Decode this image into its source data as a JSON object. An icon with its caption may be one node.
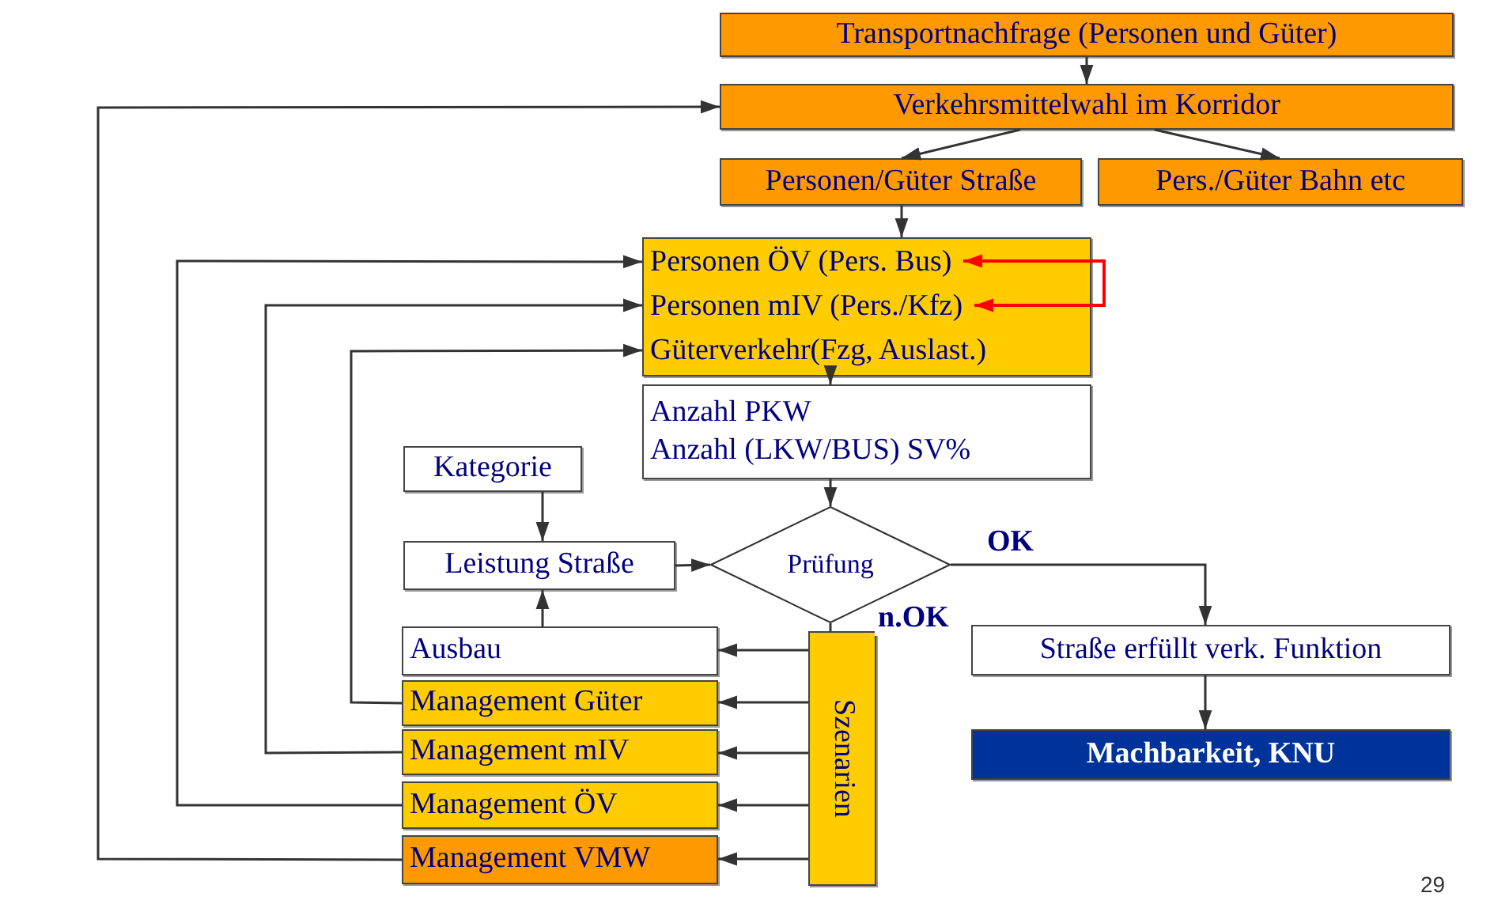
{
  "diagram": {
    "nodes": [
      {
        "text": [
          "Transportnachfrage (Personen und Güter)"
        ]
      },
      {
        "text": [
          "Verkehrsmittelwahl im Korridor"
        ]
      },
      {
        "text": [
          "Personen/Güter Straße"
        ]
      },
      {
        "text": [
          "Pers./Güter Bahn etc"
        ]
      },
      {
        "text": [],
        "shape": "box"
      },
      {
        "text": [
          "Personen ÖV (Pers. Bus)"
        ],
        "in": 4
      },
      {
        "text": [
          "Personen mIV (Pers./Kfz)"
        ],
        "in": 4
      },
      {
        "text": [
          "Güterverkehr(Fzg, Auslast.)"
        ],
        "in": 4
      },
      {
        "text": [
          "Anzahl PKW",
          "Anzahl (LKW/BUS) SV%"
        ]
      },
      {
        "text": [
          "Kategorie"
        ]
      },
      {
        "text": [
          "Leistung Straße"
        ]
      },
      {
        "text": [
          "Prüfung"
        ]
      },
      {
        "text": [
          "Straße erfüllt verk. Funktion"
        ]
      },
      {
        "text": [
          "Machbarkeit, KNU"
        ]
      },
      {
        "text": [
          "Szenarien"
        ]
      },
      {
        "text": [
          "Ausbau"
        ]
      },
      {
        "text": [
          "Management Güter"
        ]
      },
      {
        "text": [
          "Management mIV"
        ]
      },
      {
        "text": [
          "Management ÖV"
        ]
      },
      {
        "text": [
          "Management VMW"
        ]
      }
    ],
    "edges": [
      {
        "from": 0,
        "to": 1,
        "arrow": "to"
      },
      {
        "from": 1,
        "to": 2,
        "arrow": "to"
      },
      {
        "from": 1,
        "to": 3,
        "arrow": "to"
      },
      {
        "from": 2,
        "to": 4,
        "arrow": "to"
      },
      {
        "from": 5,
        "to": 6,
        "arrow": "both",
        "color": "#ff0000"
      },
      {
        "from": 4,
        "to": 8,
        "arrow": "to"
      },
      {
        "from": 8,
        "to": 11,
        "arrow": "to"
      },
      {
        "from": 9,
        "to": 10,
        "arrow": "to"
      },
      {
        "from": 10,
        "to": 11,
        "arrow": "to"
      },
      {
        "from": 11,
        "to": 12,
        "label": "OK",
        "arrow": "to"
      },
      {
        "from": 12,
        "to": 13,
        "arrow": "to"
      },
      {
        "from": 11,
        "to": 14,
        "label": "n.OK",
        "arrow": "none"
      },
      {
        "from": 14,
        "to": 15,
        "arrow": "to"
      },
      {
        "from": 14,
        "to": 16,
        "arrow": "to"
      },
      {
        "from": 14,
        "to": 17,
        "arrow": "to"
      },
      {
        "from": 14,
        "to": 18,
        "arrow": "to"
      },
      {
        "from": 14,
        "to": 19,
        "arrow": "to"
      },
      {
        "from": 15,
        "to": 10,
        "arrow": "to"
      },
      {
        "from": 16,
        "to": 7,
        "arrow": "to"
      },
      {
        "from": 17,
        "to": 6,
        "arrow": "to"
      },
      {
        "from": 18,
        "to": 5,
        "arrow": "to"
      },
      {
        "from": 19,
        "to": 1,
        "arrow": "to"
      }
    ],
    "labels": [
      "29"
    ]
  }
}
